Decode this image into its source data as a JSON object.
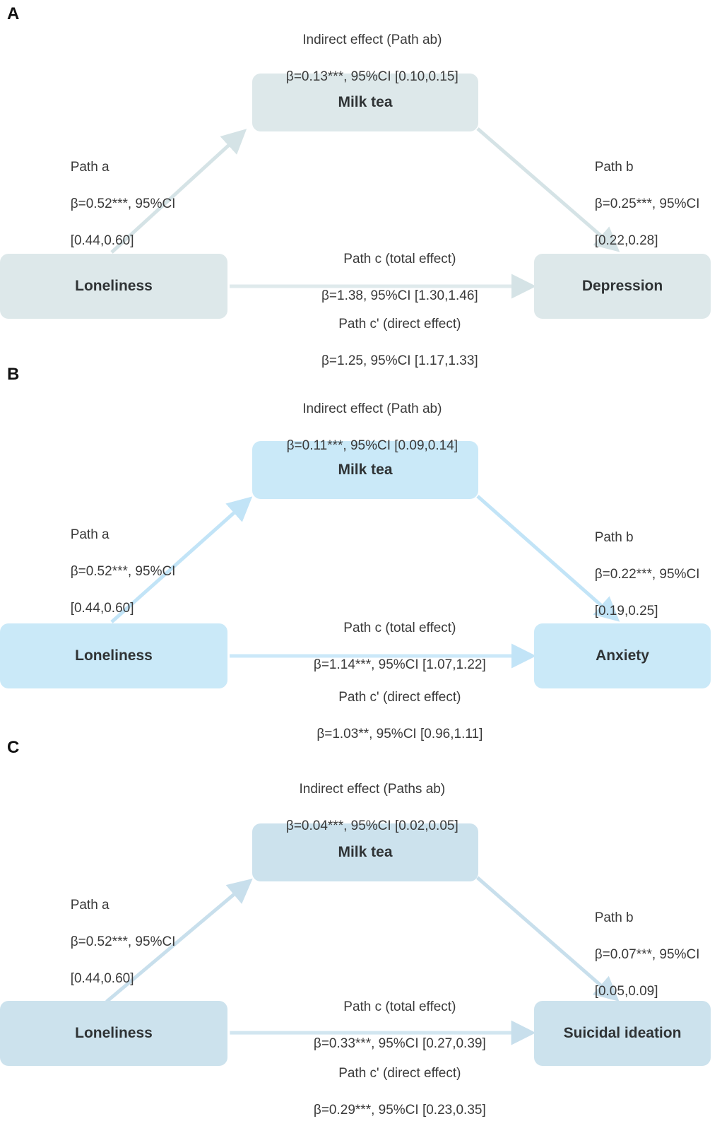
{
  "figure": {
    "type": "mediation-path-diagrams",
    "panel_count": 3
  },
  "panels": [
    {
      "letter": "A",
      "palette": {
        "box_fill": "#dde8ea",
        "arrow": "#dbe6e8"
      },
      "nodes": {
        "source": "Loneliness",
        "mediator": "Milk tea",
        "outcome": "Depression"
      },
      "labels": {
        "indirect_title": "Indirect effect (Path ab)",
        "indirect_stats": "β=0.13***, 95%CI [0.10,0.15]",
        "path_a_title": "Path a",
        "path_a_stats_1": "β=0.52***, 95%CI",
        "path_a_stats_2": "[0.44,0.60]",
        "path_b_title": "Path b",
        "path_b_stats_1": "β=0.25***, 95%CI",
        "path_b_stats_2": "[0.22,0.28]",
        "path_c_title": "Path c (total effect)",
        "path_c_stats": "β=1.38, 95%CI [1.30,1.46]",
        "path_cprime_title": "Path c' (direct effect)",
        "path_cprime_stats": "β=1.25, 95%CI [1.17,1.33]"
      }
    },
    {
      "letter": "B",
      "palette": {
        "box_fill": "#cae9f8",
        "arrow": "#c5e6f8"
      },
      "nodes": {
        "source": "Loneliness",
        "mediator": "Milk tea",
        "outcome": "Anxiety"
      },
      "labels": {
        "indirect_title": "Indirect effect (Path ab)",
        "indirect_stats": "β=0.11***, 95%CI [0.09,0.14]",
        "path_a_title": "Path a",
        "path_a_stats_1": "β=0.52***, 95%CI",
        "path_a_stats_2": "[0.44,0.60]",
        "path_b_title": "Path b",
        "path_b_stats_1": "β=0.22***, 95%CI",
        "path_b_stats_2": "[0.19,0.25]",
        "path_c_title": "Path c (total effect)",
        "path_c_stats": "β=1.14***, 95%CI [1.07,1.22]",
        "path_cprime_title": "Path c' (direct effect)",
        "path_cprime_stats": "β=1.03**, 95%CI [0.96,1.11]"
      }
    },
    {
      "letter": "C",
      "palette": {
        "box_fill": "#cce2ed",
        "arrow": "#cfe3ef"
      },
      "nodes": {
        "source": "Loneliness",
        "mediator": "Milk tea",
        "outcome": "Suicidal ideation"
      },
      "labels": {
        "indirect_title": "Indirect effect (Paths ab)",
        "indirect_stats": "β=0.04***, 95%CI [0.02,0.05]",
        "path_a_title": "Path a",
        "path_a_stats_1": "β=0.52***, 95%CI",
        "path_a_stats_2": "[0.44,0.60]",
        "path_b_title": "Path b",
        "path_b_stats_1": "β=0.07***, 95%CI",
        "path_b_stats_2": "[0.05,0.09]",
        "path_c_title": "Path c (total effect)",
        "path_c_stats": "β=0.33***, 95%CI [0.27,0.39]",
        "path_cprime_title": "Path c' (direct effect)",
        "path_cprime_stats": "β=0.29***, 95%CI [0.23,0.35]"
      }
    }
  ],
  "chart_data": {
    "type": "diagram",
    "title": "Mediation models of loneliness on mental health outcomes via milk tea consumption",
    "models": [
      {
        "panel": "A",
        "predictor": "Loneliness",
        "mediator": "Milk tea",
        "outcome": "Depression",
        "paths": [
          {
            "name": "a",
            "beta": 0.52,
            "ci": [
              0.44,
              0.6
            ],
            "sig": "***"
          },
          {
            "name": "b",
            "beta": 0.25,
            "ci": [
              0.22,
              0.28
            ],
            "sig": "***"
          },
          {
            "name": "ab",
            "beta": 0.13,
            "ci": [
              0.1,
              0.15
            ],
            "sig": "***",
            "label": "Indirect effect"
          },
          {
            "name": "c",
            "beta": 1.38,
            "ci": [
              1.3,
              1.46
            ],
            "sig": "",
            "label": "Total effect"
          },
          {
            "name": "c'",
            "beta": 1.25,
            "ci": [
              1.17,
              1.33
            ],
            "sig": "",
            "label": "Direct effect"
          }
        ]
      },
      {
        "panel": "B",
        "predictor": "Loneliness",
        "mediator": "Milk tea",
        "outcome": "Anxiety",
        "paths": [
          {
            "name": "a",
            "beta": 0.52,
            "ci": [
              0.44,
              0.6
            ],
            "sig": "***"
          },
          {
            "name": "b",
            "beta": 0.22,
            "ci": [
              0.19,
              0.25
            ],
            "sig": "***"
          },
          {
            "name": "ab",
            "beta": 0.11,
            "ci": [
              0.09,
              0.14
            ],
            "sig": "***",
            "label": "Indirect effect"
          },
          {
            "name": "c",
            "beta": 1.14,
            "ci": [
              1.07,
              1.22
            ],
            "sig": "***",
            "label": "Total effect"
          },
          {
            "name": "c'",
            "beta": 1.03,
            "ci": [
              0.96,
              1.11
            ],
            "sig": "**",
            "label": "Direct effect"
          }
        ]
      },
      {
        "panel": "C",
        "predictor": "Loneliness",
        "mediator": "Milk tea",
        "outcome": "Suicidal ideation",
        "paths": [
          {
            "name": "a",
            "beta": 0.52,
            "ci": [
              0.44,
              0.6
            ],
            "sig": "***"
          },
          {
            "name": "b",
            "beta": 0.07,
            "ci": [
              0.05,
              0.09
            ],
            "sig": "***"
          },
          {
            "name": "ab",
            "beta": 0.04,
            "ci": [
              0.02,
              0.05
            ],
            "sig": "***",
            "label": "Indirect effect"
          },
          {
            "name": "c",
            "beta": 0.33,
            "ci": [
              0.27,
              0.39
            ],
            "sig": "***",
            "label": "Total effect"
          },
          {
            "name": "c'",
            "beta": 0.29,
            "ci": [
              0.23,
              0.35
            ],
            "sig": "***",
            "label": "Direct effect"
          }
        ]
      }
    ]
  }
}
